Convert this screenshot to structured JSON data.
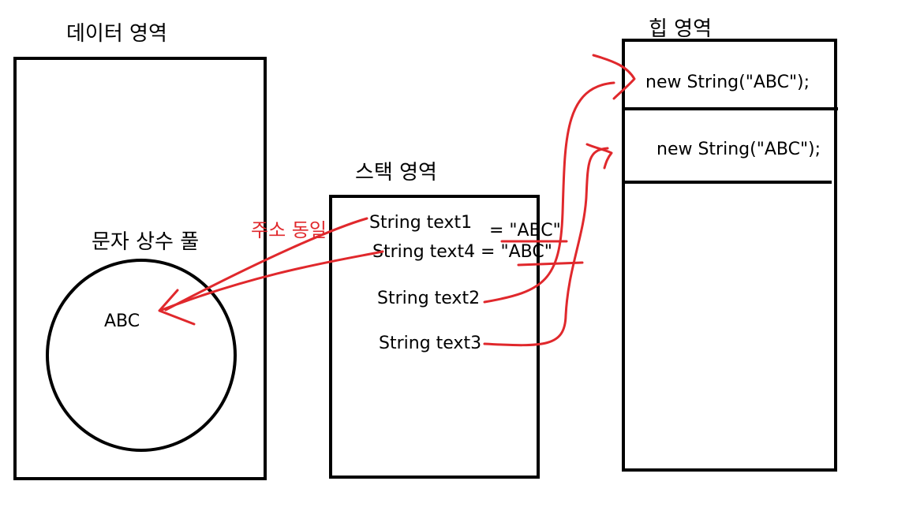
{
  "data_area": {
    "title": "데이터 영역",
    "pool_title": "문자 상수 풀",
    "pool_value": "ABC"
  },
  "stack_area": {
    "title": "스택 영역",
    "line1": "String text1",
    "line1_value": "= \"ABC\"",
    "line2": "String text4  = \"ABC\"",
    "line3": "String text2",
    "line4": "String text3"
  },
  "heap_area": {
    "title": "힙 영역",
    "object1": "new String(\"ABC\");",
    "object2": "new String(\"ABC\");"
  },
  "annotation": {
    "same_address": "주소 동일",
    "color": "#e0282c"
  }
}
